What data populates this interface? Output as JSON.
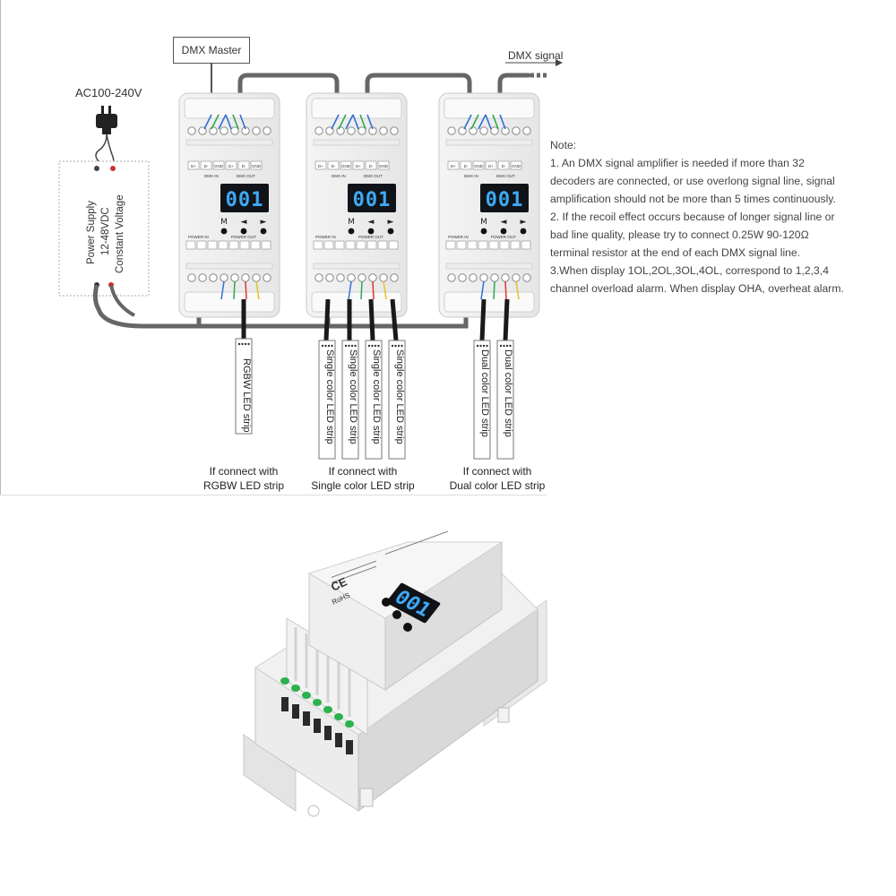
{
  "labels": {
    "dmx_master": "DMX Master",
    "dmx_signal": "DMX signal",
    "ac_input": "AC100-240V",
    "psu_line1": "Power Supply",
    "psu_line2": "12-48VDC",
    "psu_line3": "Constant Voltage"
  },
  "decoders": [
    {
      "display": "001",
      "buttons": [
        "M",
        "◄",
        "►"
      ],
      "dmx_in": "DMX IN",
      "dmx_out": "DMX OUT",
      "power_in": "POWER IN",
      "power_out": "POWER OUT"
    },
    {
      "display": "001",
      "buttons": [
        "M",
        "◄",
        "►"
      ],
      "dmx_in": "DMX IN",
      "dmx_out": "DMX OUT",
      "power_in": "POWER IN",
      "power_out": "POWER OUT"
    },
    {
      "display": "001",
      "buttons": [
        "M",
        "◄",
        "►"
      ],
      "dmx_in": "DMX IN",
      "dmx_out": "DMX OUT",
      "power_in": "POWER IN",
      "power_out": "POWER OUT"
    }
  ],
  "terminals_top": [
    "D+",
    "D-",
    "GND",
    "D+",
    "D-",
    "GND"
  ],
  "strips": {
    "rgbw": "RGBW LED strip",
    "single": "Single color LED strip",
    "dual": "Dual color LED strip"
  },
  "captions": {
    "rgbw": [
      "If connect with",
      "RGBW LED strip"
    ],
    "single": [
      "If connect with",
      "Single color LED strip"
    ],
    "dual": [
      "If connect with",
      "Dual color LED strip"
    ]
  },
  "note": {
    "title": "Note:",
    "items": [
      "1. An DMX signal amplifier is needed if more than 32 decoders are connected, or use overlong signal line, signal amplification should not be more than 5 times continuously.",
      "2. If the recoil effect occurs because of longer signal line or bad line quality, please try to connect 0.25W 90-120Ω terminal resistor at the end of each DMX signal line.",
      "3.When display 1OL,2OL,3OL,4OL, correspond to 1,2,3,4 channel overload alarm. When display OHA, overheat alarm."
    ]
  },
  "product": {
    "display": "001",
    "brand_mark": "CE",
    "rohs": "RoHS"
  },
  "colors": {
    "display_bg": "#101418",
    "display_digits": "#3fa9f5",
    "cable": "#555555",
    "wire_blue": "#2f6fd6",
    "wire_green": "#2fa84f",
    "wire_red": "#d63a2f",
    "wire_yellow": "#e3c22a",
    "terminal_green": "#2bb24c"
  }
}
